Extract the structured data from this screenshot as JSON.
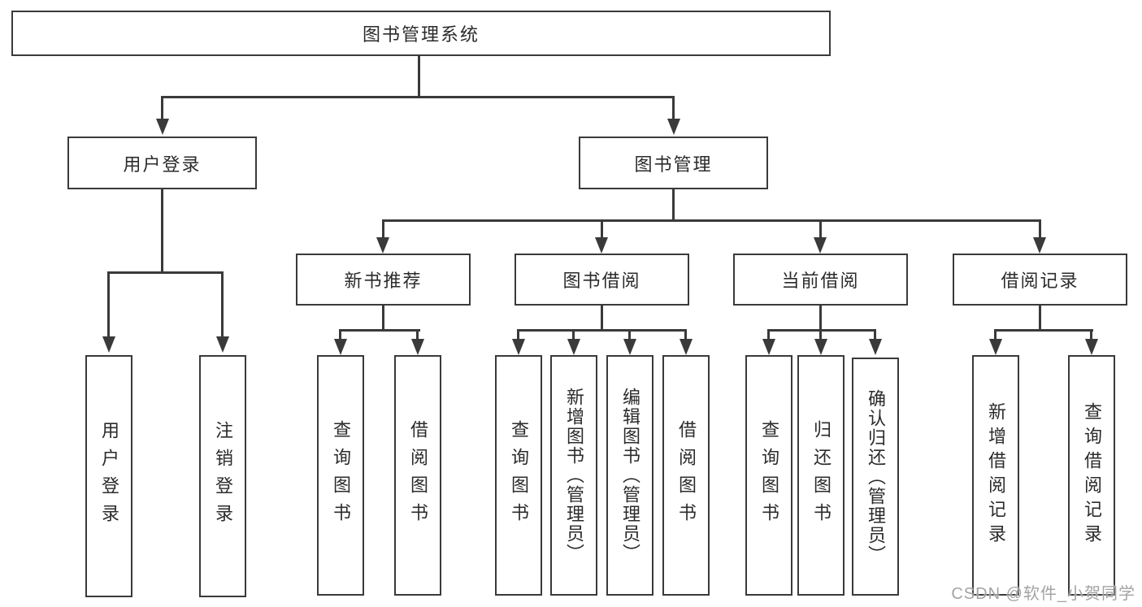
{
  "root": {
    "label": "图书管理系统"
  },
  "branches": [
    {
      "label": "用户登录",
      "children": [
        {
          "label": "用户登录"
        },
        {
          "label": "注销登录"
        }
      ]
    },
    {
      "label": "图书管理",
      "children": [
        {
          "label": "新书推荐",
          "children": [
            {
              "label": "查询图书"
            },
            {
              "label": "借阅图书"
            }
          ]
        },
        {
          "label": "图书借阅",
          "children": [
            {
              "label": "查询图书"
            },
            {
              "label": "新增图书（管理员）"
            },
            {
              "label": "编辑图书（管理员）"
            },
            {
              "label": "借阅图书"
            }
          ]
        },
        {
          "label": "当前借阅",
          "children": [
            {
              "label": "查询图书"
            },
            {
              "label": "归还图书"
            },
            {
              "label": "确认归还（管理员）"
            }
          ]
        },
        {
          "label": "借阅记录",
          "children": [
            {
              "label": "新增借阅记录"
            },
            {
              "label": "查询借阅记录"
            }
          ]
        }
      ]
    }
  ],
  "watermark": {
    "text": "CSDN @软件_小贺同学"
  },
  "colors": {
    "line": "#3a3a3a",
    "box_background": "#ffffff",
    "text": "#2b2b2b",
    "watermark": "#9e9e9e"
  }
}
